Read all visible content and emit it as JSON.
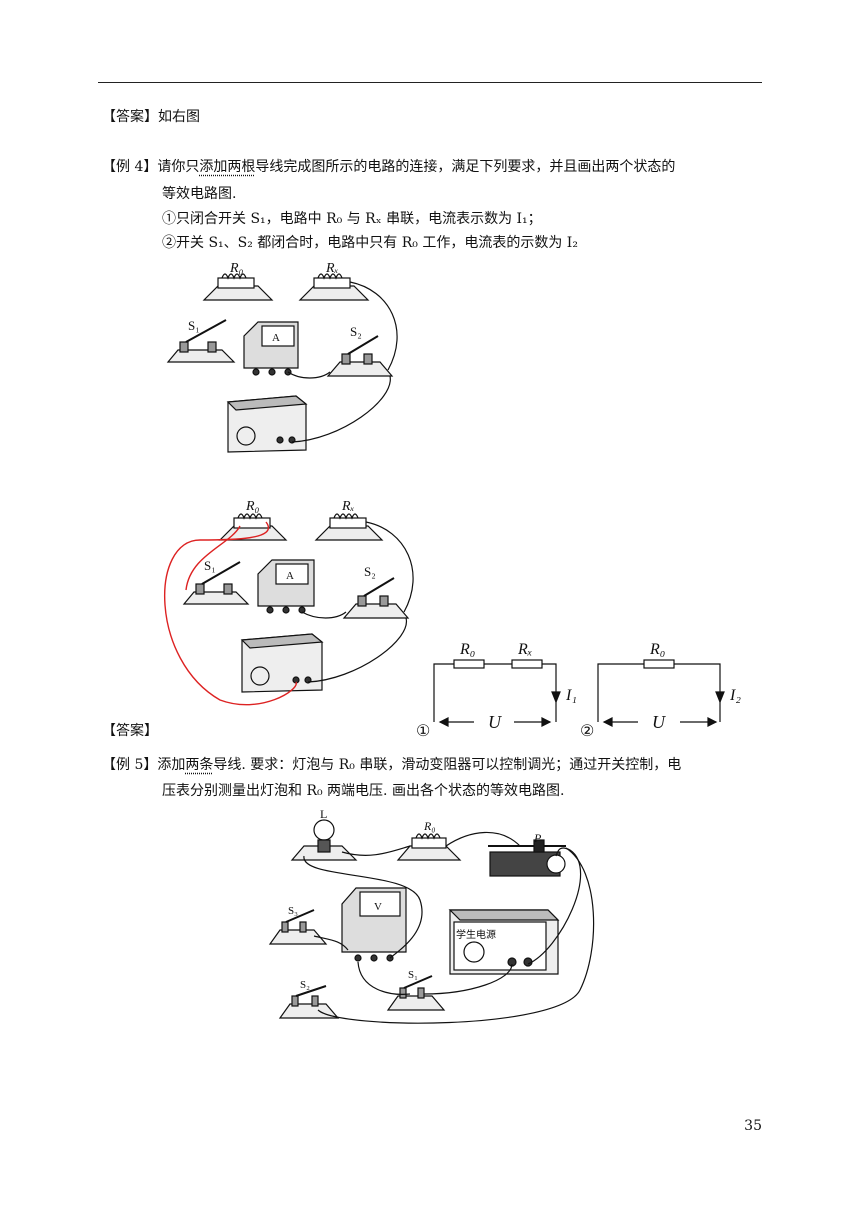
{
  "header_rule": true,
  "answer_intro": "【答案】如右图",
  "example4": {
    "tag": "【例 4】",
    "line1_pre": "请你只",
    "line1_em": "添加两根",
    "line1_post": "导线完成图所示的电路的连接，满足下列要求，并且画出两个状态的",
    "line2": "等效电路图.",
    "req1": "①只闭合开关 S₁，电路中 R₀ 与 Rₓ 串联，电流表示数为 I₁；",
    "req2": "②开关 S₁、S₂ 都闭合时，电路中只有 R₀ 工作，电流表的示数为 I₂"
  },
  "fig_labels": {
    "R0": "R₀",
    "Rx": "Rₓ",
    "S1": "S₁",
    "S2": "S₂",
    "RX_eq": "Rₓ",
    "I1": "I₁",
    "I2": "I₂",
    "U": "U",
    "circle1": "①",
    "circle2": "②"
  },
  "answer_label": "【答案】",
  "example5": {
    "tag": "【例 5】",
    "line1_pre": "添加",
    "line1_em": "两条",
    "line1_post": "导线. 要求：灯泡与 R₀ 串联，滑动变阻器可以控制调光；通过开关控制，电",
    "line2": "压表分别测量出灯泡和 R₀ 两端电压. 画出各个状态的等效电路图."
  },
  "fig5_labels": {
    "L": "L",
    "R0": "R₀",
    "P": "P",
    "S1": "S₁",
    "S2": "S₂",
    "S3": "S₃",
    "power": "学生电源"
  },
  "page_number": "35"
}
